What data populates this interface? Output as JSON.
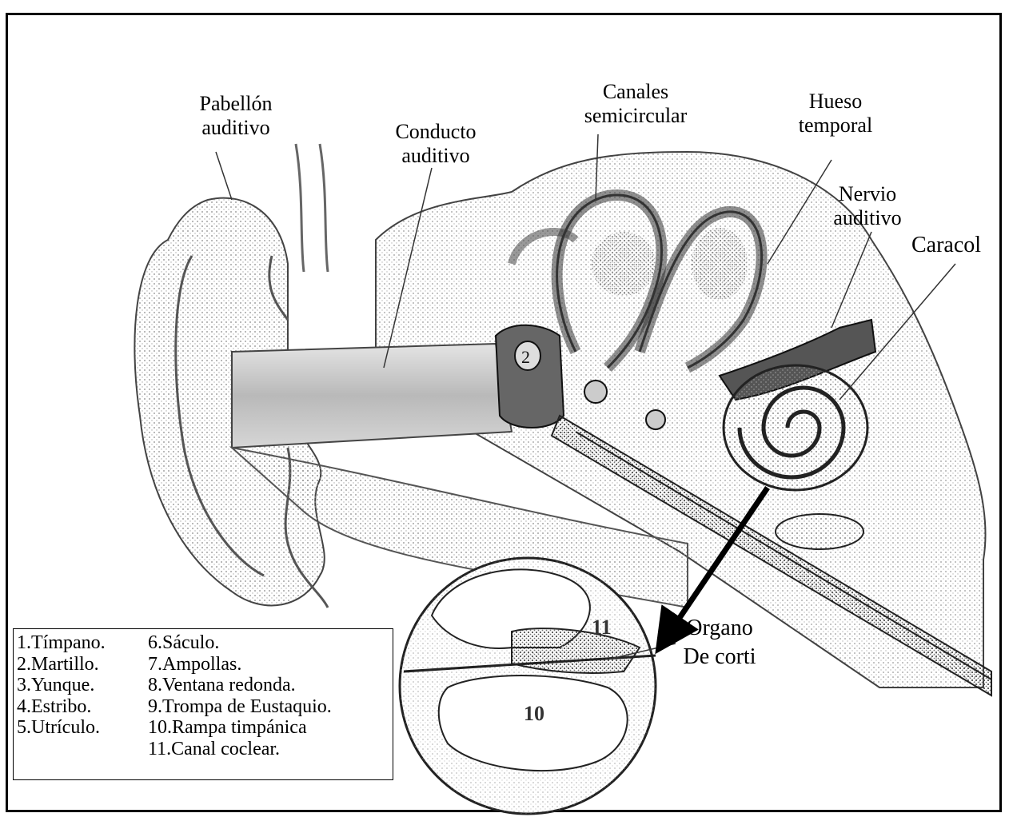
{
  "labels": {
    "pabellon": "Pabellón auditivo",
    "conducto": "Conducto auditivo",
    "canales": "Canales semicircular",
    "hueso": "Hueso temporal",
    "nervio": "Nervio auditivo",
    "caracol": "Caracol",
    "organo": "Organo De corti"
  },
  "inset_numbers": {
    "n11": "11",
    "n10": "10"
  },
  "legend": {
    "col1": [
      "1.Tímpano.",
      "2.Martillo.",
      "3.Yunque.",
      "4.Estribo.",
      "5.Utrículo."
    ],
    "col2": [
      "6.Sáculo.",
      "7.Ampollas.",
      "8.Ventana redonda.",
      "9.Trompa de Eustaquio.",
      "10.Rampa timpánica",
      "11.Canal coclear."
    ]
  }
}
